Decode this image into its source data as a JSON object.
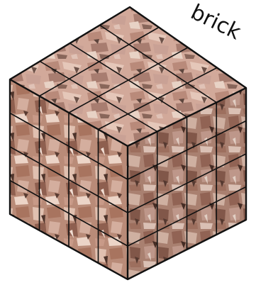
{
  "figure": {
    "label": "brick",
    "material": "brick rubble",
    "grid": {
      "rows": 4,
      "cols": 4
    },
    "colors": {
      "background": "#ffffff",
      "grid_lines": "#111111",
      "brick_base": "#b98b78",
      "brick_dark": "#6f4a3d",
      "brick_light": "#e6c8b8",
      "mortar": "#d8cdbf"
    }
  }
}
